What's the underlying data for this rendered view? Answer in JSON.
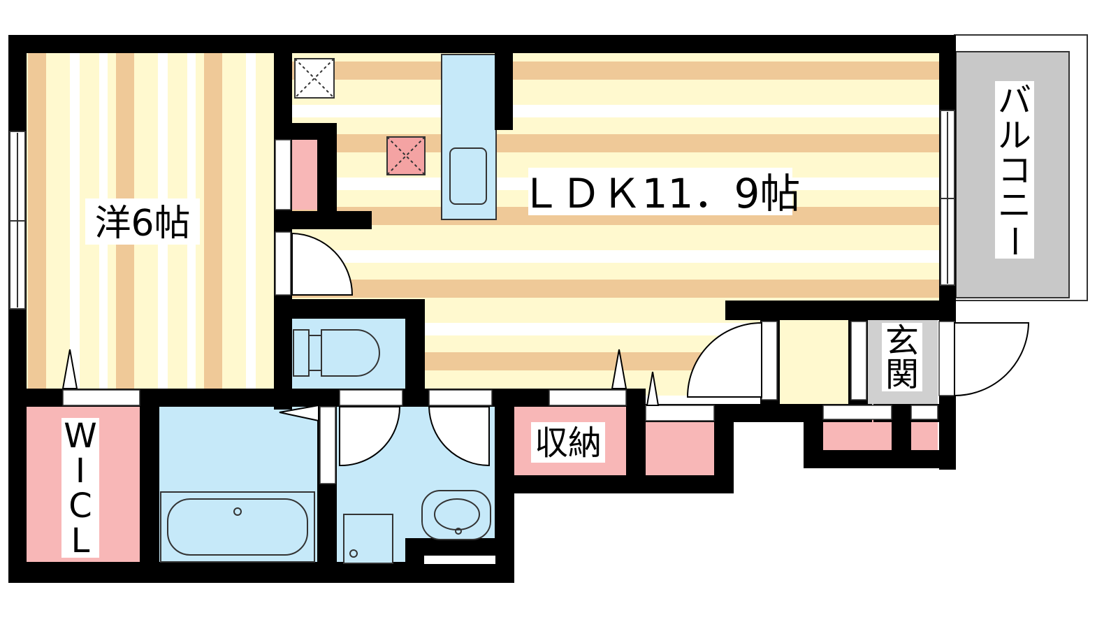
{
  "rooms": {
    "western_room": {
      "label": "洋6帖"
    },
    "ldk": {
      "label": "ＬＤＫ11．9帖"
    },
    "balcony": {
      "label": "バルコニー",
      "chars": [
        "バ",
        "ル",
        "コ",
        "ニ",
        "ー"
      ]
    },
    "entrance": {
      "label": "玄関",
      "chars": [
        "玄",
        "関"
      ]
    },
    "walk_in_closet": {
      "label": "W I C L",
      "chars": [
        "W",
        "I",
        "C",
        "L"
      ]
    },
    "storage": {
      "label": "収納"
    }
  },
  "colors": {
    "wall": "#000000",
    "floor_cream": "#fff9cf",
    "floor_stripe": "#efc998",
    "floor_white": "#ffffff",
    "wet_area": "#c6e9f9",
    "storage_pink": "#f8b7b7",
    "balcony_gray": "#c8c8c8",
    "entrance_gray": "#d0d0d0"
  }
}
